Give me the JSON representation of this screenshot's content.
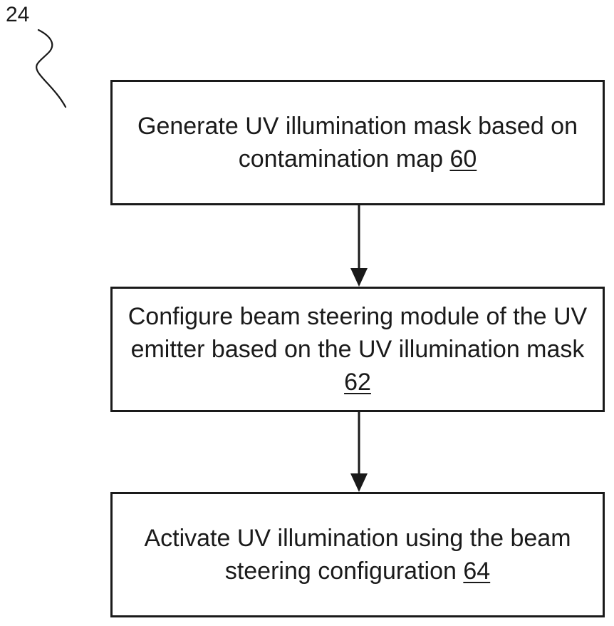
{
  "figure": {
    "reference_label": "24"
  },
  "steps": [
    {
      "text": "Generate UV illumination mask based on contamination map",
      "ref": "60"
    },
    {
      "text": "Configure beam steering module of the UV emitter based on the UV illumination mask",
      "ref": "62"
    },
    {
      "text": "Activate UV illumination using the beam steering configuration",
      "ref": "64"
    }
  ],
  "colors": {
    "stroke": "#1a1a1a",
    "background": "#ffffff"
  }
}
